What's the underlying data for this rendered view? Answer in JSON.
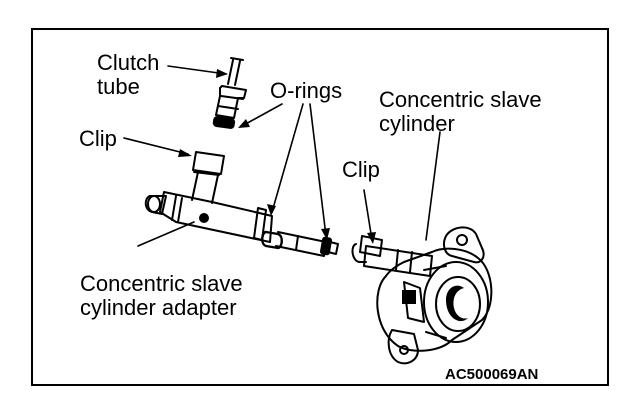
{
  "labels": {
    "clutch_tube": [
      "Clutch",
      "tube"
    ],
    "o_rings": "O-rings",
    "clip_top": "Clip",
    "clip_right": "Clip",
    "concentric_slave_cylinder": [
      "Concentric slave",
      "cylinder"
    ],
    "concentric_slave_cylinder_adapter": [
      "Concentric slave",
      "cylinder adapter"
    ]
  },
  "figure_code": "AC500069AN"
}
